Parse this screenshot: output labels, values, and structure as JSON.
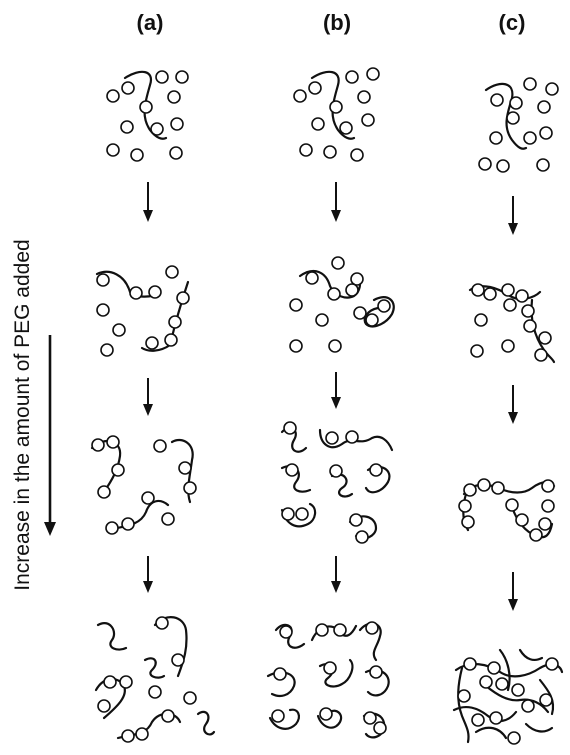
{
  "columns": [
    {
      "label": "(a)"
    },
    {
      "label": "(b)"
    },
    {
      "label": "(c)"
    }
  ],
  "side_label": "Increase in the amount of PEG added",
  "colors": {
    "ink": "#111111",
    "background": "#ffffff"
  }
}
